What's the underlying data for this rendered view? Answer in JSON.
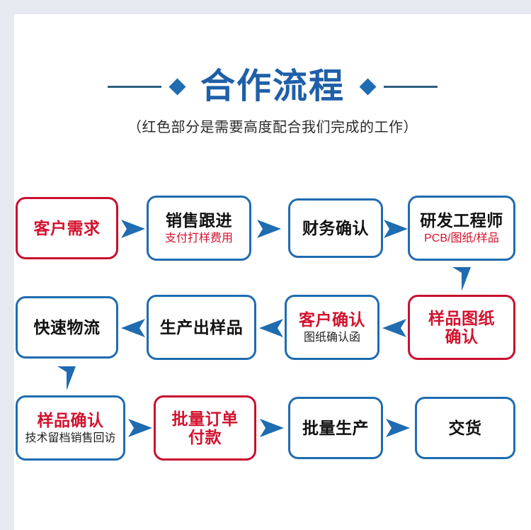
{
  "header": {
    "title": "合作流程",
    "subtitle": "（红色部分是需要高度配合我们完成的工作）",
    "left_diamond": "diamond",
    "right_diamond": "diamond"
  },
  "colors": {
    "blue": "#1f6cb0",
    "red": "#c8102e",
    "red_text": "#d2122e",
    "title_blue": "#1f5fa8",
    "rule": "#2e6080",
    "page_bg": "#ffffff",
    "canvas_bg": "#e7eaf1"
  },
  "flow": {
    "row1": [
      {
        "label": "客户需求",
        "sub": "",
        "border": "red",
        "label_color": "red",
        "sub_color": "red"
      },
      {
        "label": "销售跟进",
        "sub": "支付打样费用",
        "border": "blue",
        "label_color": "black",
        "sub_color": "red"
      },
      {
        "label": "财务确认",
        "sub": "",
        "border": "blue",
        "label_color": "black",
        "sub_color": "red"
      },
      {
        "label": "研发工程师",
        "sub": "PCB/图纸/样品",
        "border": "blue",
        "label_color": "black",
        "sub_color": "red"
      }
    ],
    "row2": [
      {
        "label": "快速物流",
        "sub": "",
        "border": "blue",
        "label_color": "black",
        "sub_color": "black"
      },
      {
        "label": "生产出样品",
        "sub": "",
        "border": "blue",
        "label_color": "black",
        "sub_color": "black"
      },
      {
        "label": "客户确认",
        "sub": "图纸确认函",
        "border": "blue",
        "label_color": "red",
        "sub_color": "black"
      },
      {
        "label": "样品图纸\n确认",
        "sub": "",
        "border": "red",
        "label_color": "red",
        "sub_color": "black"
      }
    ],
    "row3": [
      {
        "label": "样品确认",
        "sub": "技术留档销售回访",
        "border": "blue",
        "label_color": "red",
        "sub_color": "black"
      },
      {
        "label": "批量订单\n付款",
        "sub": "",
        "border": "red",
        "label_color": "red",
        "sub_color": "black"
      },
      {
        "label": "批量生产",
        "sub": "",
        "border": "blue",
        "label_color": "black",
        "sub_color": "black"
      },
      {
        "label": "交货",
        "sub": "",
        "border": "blue",
        "label_color": "black",
        "sub_color": "black"
      }
    ],
    "arrows": [
      {
        "name": "arrow-right-1",
        "dir": "right"
      },
      {
        "name": "arrow-right-2",
        "dir": "right"
      },
      {
        "name": "arrow-right-3",
        "dir": "right"
      },
      {
        "name": "arrow-down-right",
        "dir": "down"
      },
      {
        "name": "arrow-left-1",
        "dir": "left"
      },
      {
        "name": "arrow-left-2",
        "dir": "left"
      },
      {
        "name": "arrow-left-3",
        "dir": "left"
      },
      {
        "name": "arrow-down-left",
        "dir": "down"
      },
      {
        "name": "arrow-right-4",
        "dir": "right"
      },
      {
        "name": "arrow-right-5",
        "dir": "right"
      },
      {
        "name": "arrow-right-6",
        "dir": "right"
      }
    ]
  }
}
